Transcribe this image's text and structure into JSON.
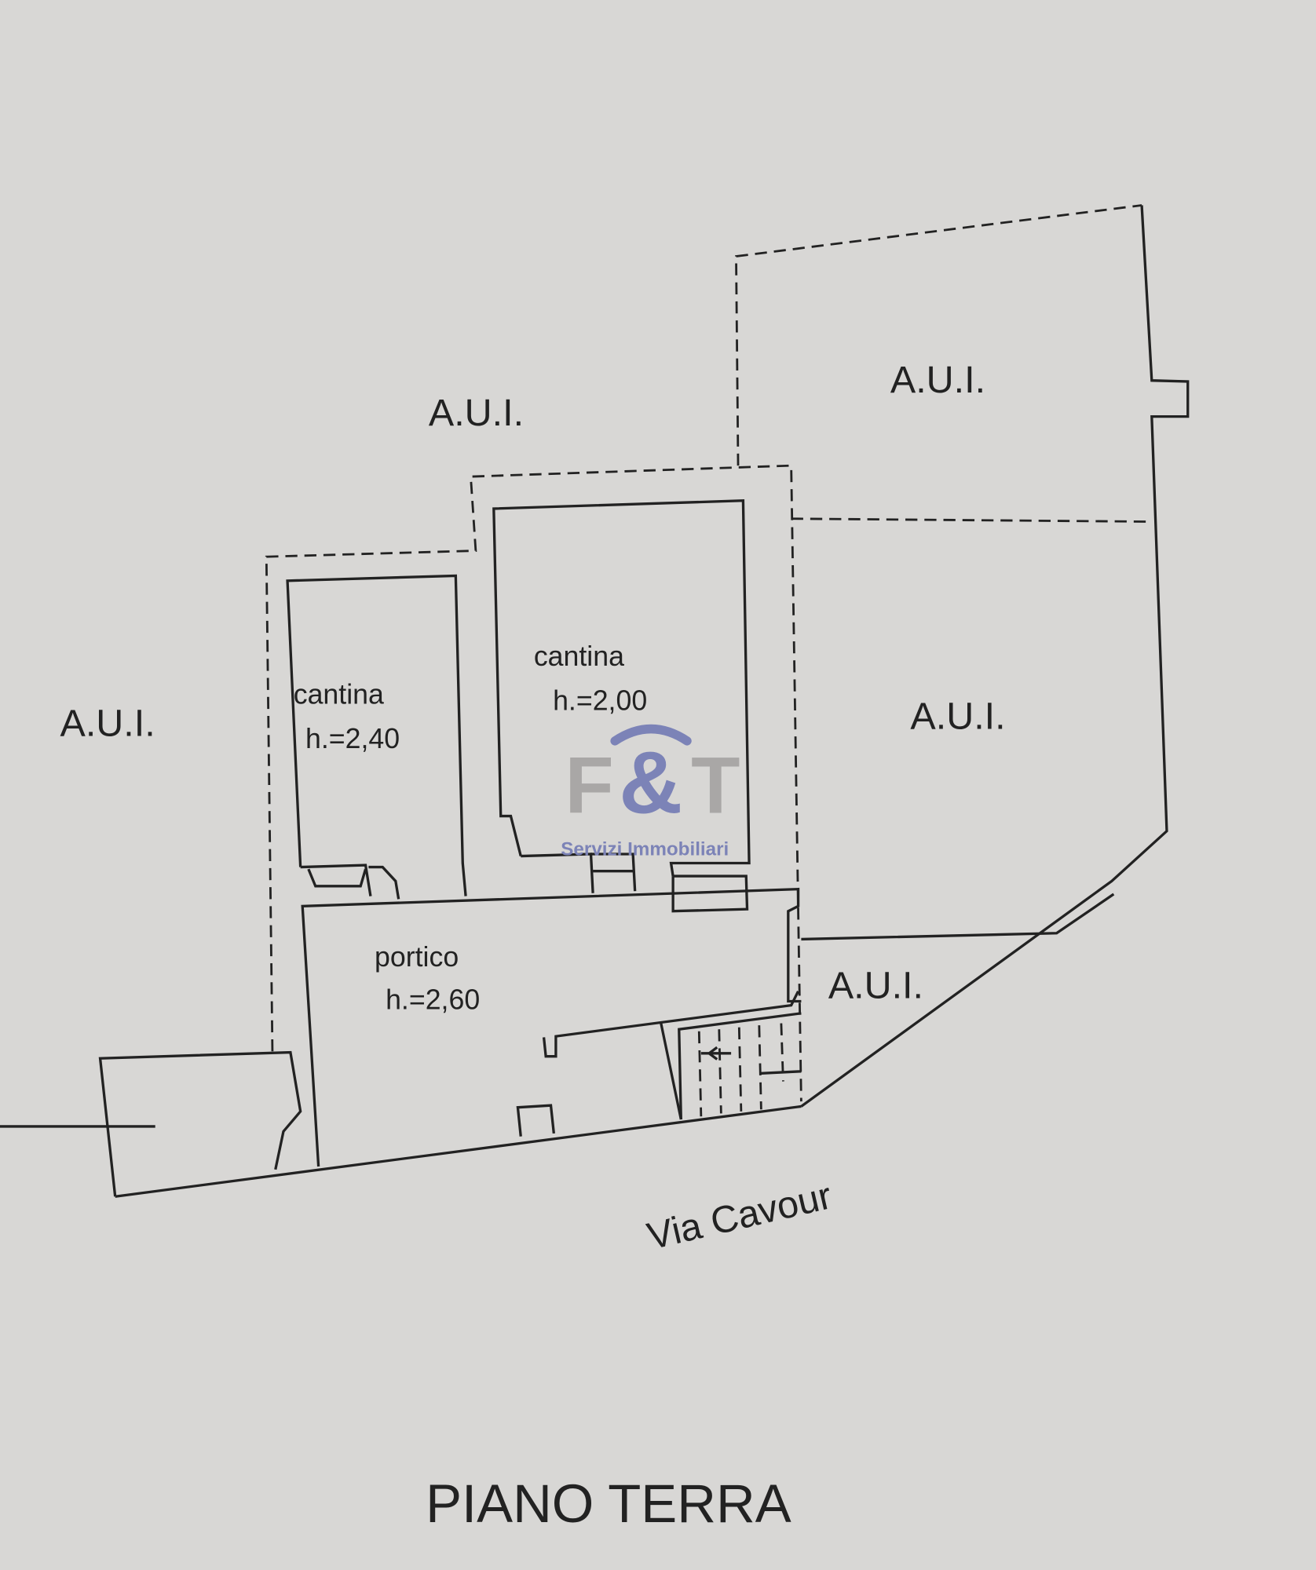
{
  "title": "PIANO TERRA",
  "street": "Via Cavour",
  "rooms": [
    {
      "name": "cantina",
      "height": "h.=2,40"
    },
    {
      "name": "cantina",
      "height": "h.=2,00"
    },
    {
      "name": "portico",
      "height": "h.=2,60"
    }
  ],
  "other_units": [
    "A.U.I.",
    "A.U.I.",
    "A.U.I.",
    "A.U.I.",
    "A.U.I."
  ],
  "watermark": {
    "brand": "F&T",
    "tagline": "Servizi Immobiliari"
  },
  "colors": {
    "paper": "#d8d7d5",
    "ink": "#222222",
    "watermark_blue": "#7c83b7",
    "watermark_grey": "#a9a7a6"
  }
}
